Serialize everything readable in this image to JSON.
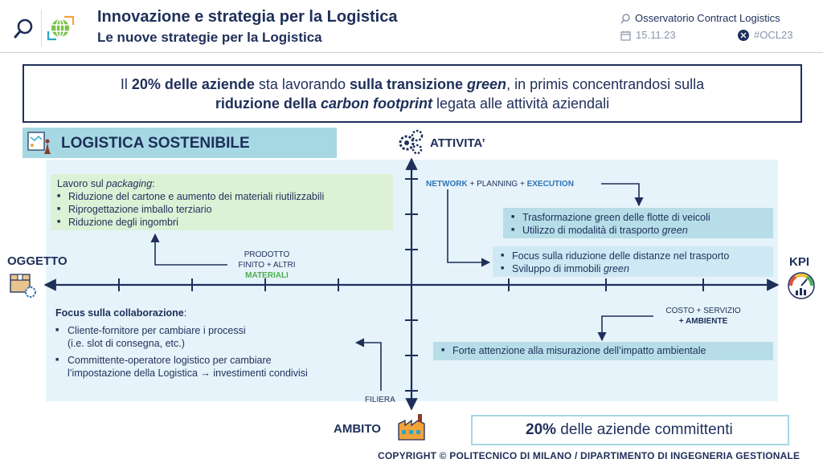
{
  "header": {
    "title": "Innovazione e strategia per la Logistica",
    "subtitle": "Le nuove strategie per la Logistica",
    "org": "Osservatorio Contract Logistics",
    "date": "15.11.23",
    "hashtag": "#OCL23"
  },
  "headline": {
    "p1": "Il ",
    "b1": "20% delle aziende",
    "p2": " sta lavorando ",
    "b2": "sulla transizione ",
    "bi2": "green",
    "p3": ", in primis concentrandosi sulla",
    "b3": "riduzione della ",
    "bi3": "carbon footprint",
    "p4": " legata alle attività aziendali"
  },
  "section": {
    "label": "LOGISTICA SOSTENIBILE"
  },
  "axes": {
    "top": "ATTIVITA’",
    "left": "OGGETTO",
    "right": "KPI",
    "bottom": "AMBITO"
  },
  "packaging": {
    "intro": "Lavoro sul ",
    "intro_em": "packaging",
    "intro_end": ":",
    "items": [
      "Riduzione del cartone e aumento dei materiali riutilizzabili",
      "Riprogettazione imballo terziario",
      "Riduzione degli ingombri"
    ]
  },
  "prodotto": {
    "line1": "PRODOTTO",
    "line2": "FINITO + ALTRI",
    "line3": "MATERIALI"
  },
  "network": {
    "a": "NETWORK",
    "b": " + PLANNING + ",
    "c": "EXECUTION"
  },
  "fleet": {
    "item1": "Trasformazione green delle flotte di veicoli",
    "item2": "Utilizzo di modalità di trasporto ",
    "item2_em": "green"
  },
  "distance": {
    "item1": "Focus sulla riduzione delle distanze nel trasporto",
    "item2": "Sviluppo di immobili ",
    "item2_em": "green"
  },
  "collab": {
    "title": "Focus sulla collaborazione",
    "title_end": ":",
    "item1a": "Cliente-fornitore per cambiare i processi",
    "item1b": "(i.e. slot di consegna, etc.)",
    "item2a": "Committente-operatore logistico per cambiare",
    "item2b": "l’impostazione della Logistica → investimenti condivisi"
  },
  "filiera": "FILIERA",
  "costo": {
    "line1": "COSTO + SERVIZIO",
    "line2": "+ AMBIENTE"
  },
  "impatto": "Forte attenzione alla misurazione dell’impatto ambientale",
  "kpi": {
    "pct": "20%",
    "text": " delle aziende committenti"
  },
  "footer": {
    "copyright": "COPYRIGHT © POLITECNICO DI MILANO / DIPARTIMENTO DI INGEGNERIA GESTIONALE"
  },
  "colors": {
    "navy": "#1e2f5a",
    "teal": "#a6d8e3",
    "green": "#4caf50",
    "blue": "#2e74b5",
    "panel": "#e6f3fa"
  }
}
